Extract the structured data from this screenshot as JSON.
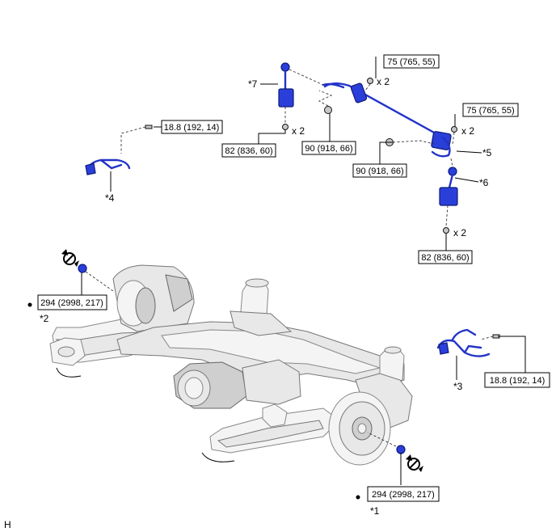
{
  "torque_labels": [
    {
      "id": "t1",
      "text": "75 (765, 55)"
    },
    {
      "id": "t2",
      "text": "75 (765, 55)"
    },
    {
      "id": "t3",
      "text": "18.8 (192, 14)"
    },
    {
      "id": "t4",
      "text": "82 (836, 60)"
    },
    {
      "id": "t5",
      "text": "90 (918, 66)"
    },
    {
      "id": "t6",
      "text": "90 (918, 66)"
    },
    {
      "id": "t7",
      "text": "82 (836, 60)"
    },
    {
      "id": "t8",
      "text": "294 (2998, 217)"
    },
    {
      "id": "t9",
      "text": "18.8 (192, 14)"
    },
    {
      "id": "t10",
      "text": "294 (2998, 217)"
    }
  ],
  "quantities": {
    "q1": "x 2",
    "q2": "x 2",
    "q3": "x 2",
    "q4": "x 2"
  },
  "callouts": {
    "c1": "*1",
    "c2": "*2",
    "c3": "*3",
    "c4": "*4",
    "c5": "*5",
    "c6": "*6",
    "c7": "*7"
  },
  "corner_label": "H",
  "colors": {
    "part_blue": "#2a3fd9",
    "line_black": "#000000"
  },
  "icons": {
    "rotate_left": "rotation-arrow-icon",
    "rotate_right": "rotation-arrow-icon",
    "bullet": "bullet-dot-icon"
  }
}
